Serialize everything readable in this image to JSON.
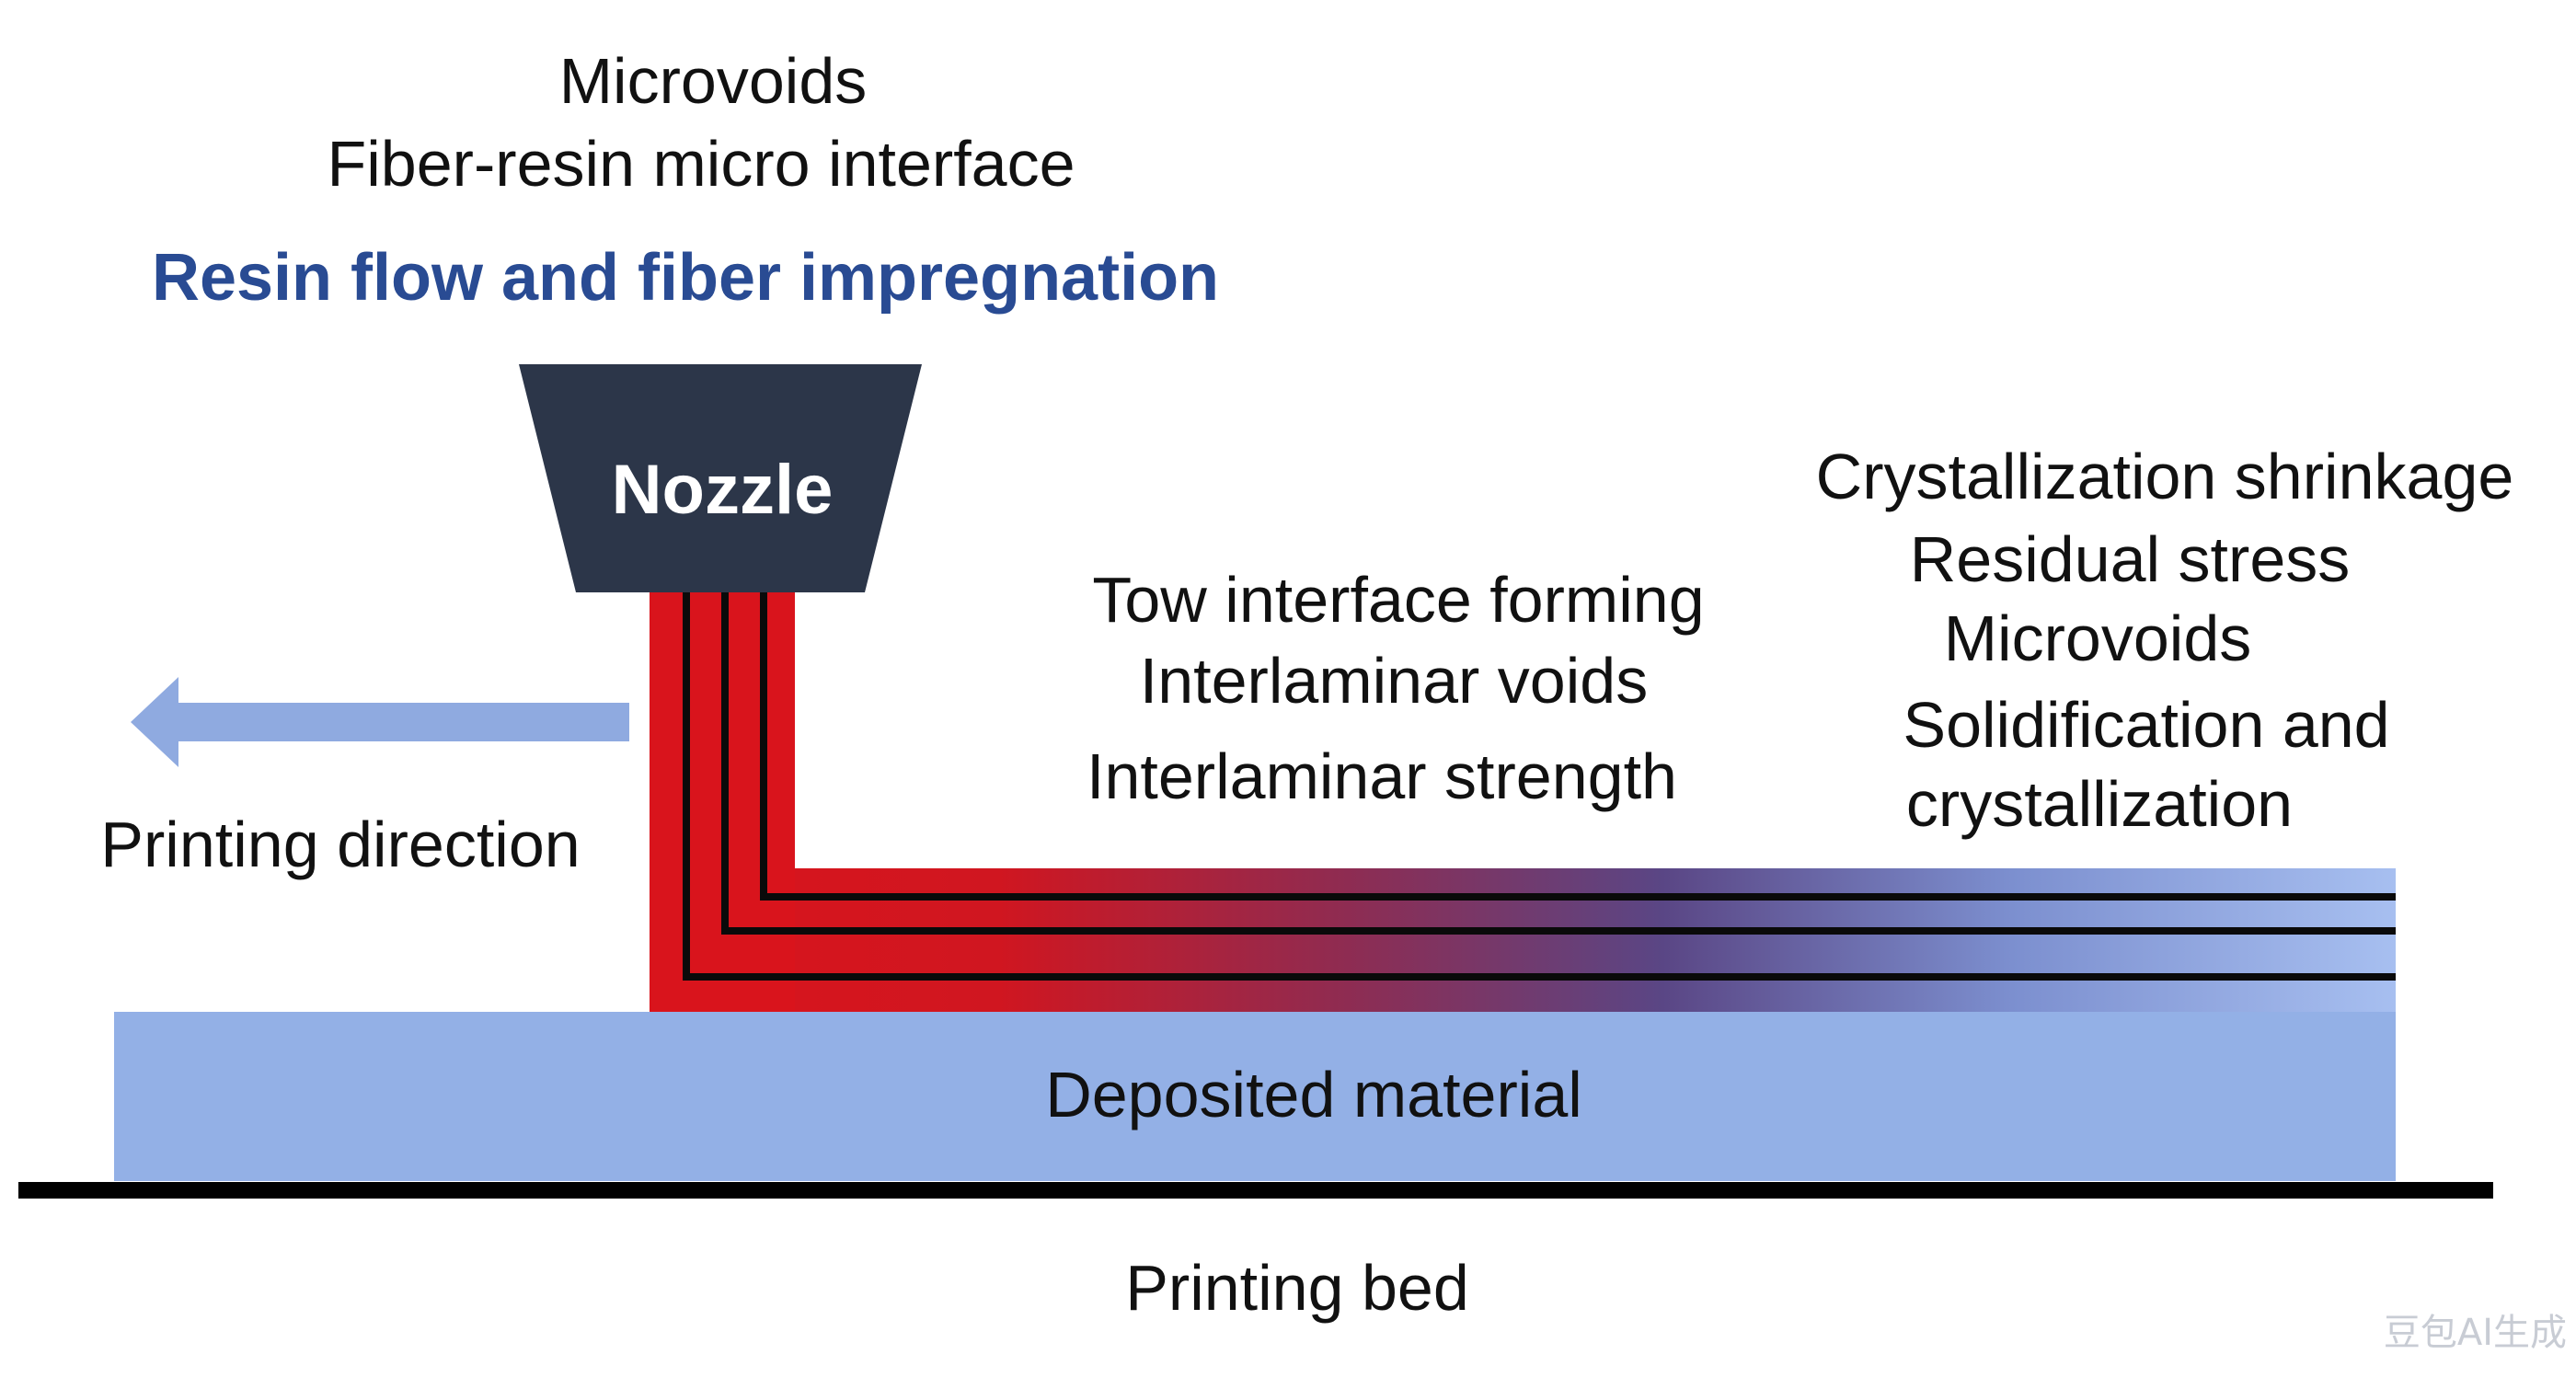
{
  "colors": {
    "nozzle": "#2c3649",
    "hot_resin": "#d9141c",
    "deposited_material": "#93b0e6",
    "arrow": "#8faae0",
    "heading_blue": "#294b93",
    "fiber_lines": "#0a0a0a",
    "bed": "#000000"
  },
  "labels": {
    "microvoids_top": "Microvoids",
    "fiber_resin_interface": "Fiber-resin micro interface",
    "resin_flow": "Resin flow and fiber impregnation",
    "nozzle": "Nozzle",
    "printing_direction": "Printing direction",
    "tow_interface": "Tow interface forming",
    "interlaminar_voids": "Interlaminar voids",
    "interlaminar_strength": "Interlaminar strength",
    "crystallization_shrinkage": "Crystallization shrinkage",
    "residual_stress": "Residual stress",
    "microvoids_right": "Microvoids",
    "solidification_line1": "Solidification and",
    "solidification_line2": "crystallization",
    "deposited_material": "Deposited material",
    "printing_bed": "Printing bed",
    "watermark": "豆包AI生成"
  },
  "icons": {
    "direction_arrow": "arrow-left-icon"
  }
}
